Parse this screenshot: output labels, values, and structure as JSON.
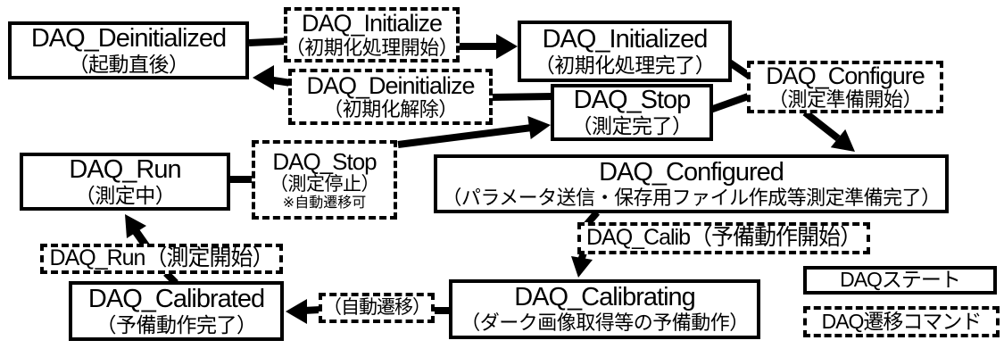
{
  "diagram": {
    "background_color": "#ffffff",
    "line_color": "#000000",
    "description": "DAQ state transition diagram"
  },
  "nodes": [
    {
      "kind": "state",
      "title": "DAQ_Deinitialized",
      "subtitle": "（起動直後）"
    },
    {
      "kind": "command",
      "title": "DAQ_Initialize",
      "subtitle": "（初期化処理開始）"
    },
    {
      "kind": "state",
      "title": "DAQ_Initialized",
      "subtitle": "（初期化処理完了）"
    },
    {
      "kind": "command",
      "title": "DAQ_Deinitialize",
      "subtitle": "（初期化解除）"
    },
    {
      "kind": "state",
      "title": "DAQ_Stop",
      "subtitle": "（測定完了）"
    },
    {
      "kind": "command",
      "title": "DAQ_Configure",
      "subtitle": "（測定準備開始）"
    },
    {
      "kind": "state",
      "title": "DAQ_Run",
      "subtitle": "（測定中）"
    },
    {
      "kind": "command",
      "title": "DAQ_Stop",
      "subtitle": "（測定停止）",
      "note": "※自動遷移可"
    },
    {
      "kind": "state",
      "title": "DAQ_Configured",
      "subtitle": "（パラメータ送信・保存用ファイル作成等測定準備完了）"
    },
    {
      "kind": "command",
      "title": "DAQ_Calib（予備動作開始）"
    },
    {
      "kind": "command",
      "title": "DAQ_Run（測定開始）"
    },
    {
      "kind": "state",
      "title": "DAQ_Calibrated",
      "subtitle": "（予備動作完了）"
    },
    {
      "kind": "command",
      "title": "（自動遷移）"
    },
    {
      "kind": "state",
      "title": "DAQ_Calibrating",
      "subtitle": "（ダーク画像取得等の予備動作）"
    },
    {
      "kind": "legend-state",
      "title": "DAQステート"
    },
    {
      "kind": "legend-command",
      "title": "DAQ遷移コマンド"
    }
  ]
}
